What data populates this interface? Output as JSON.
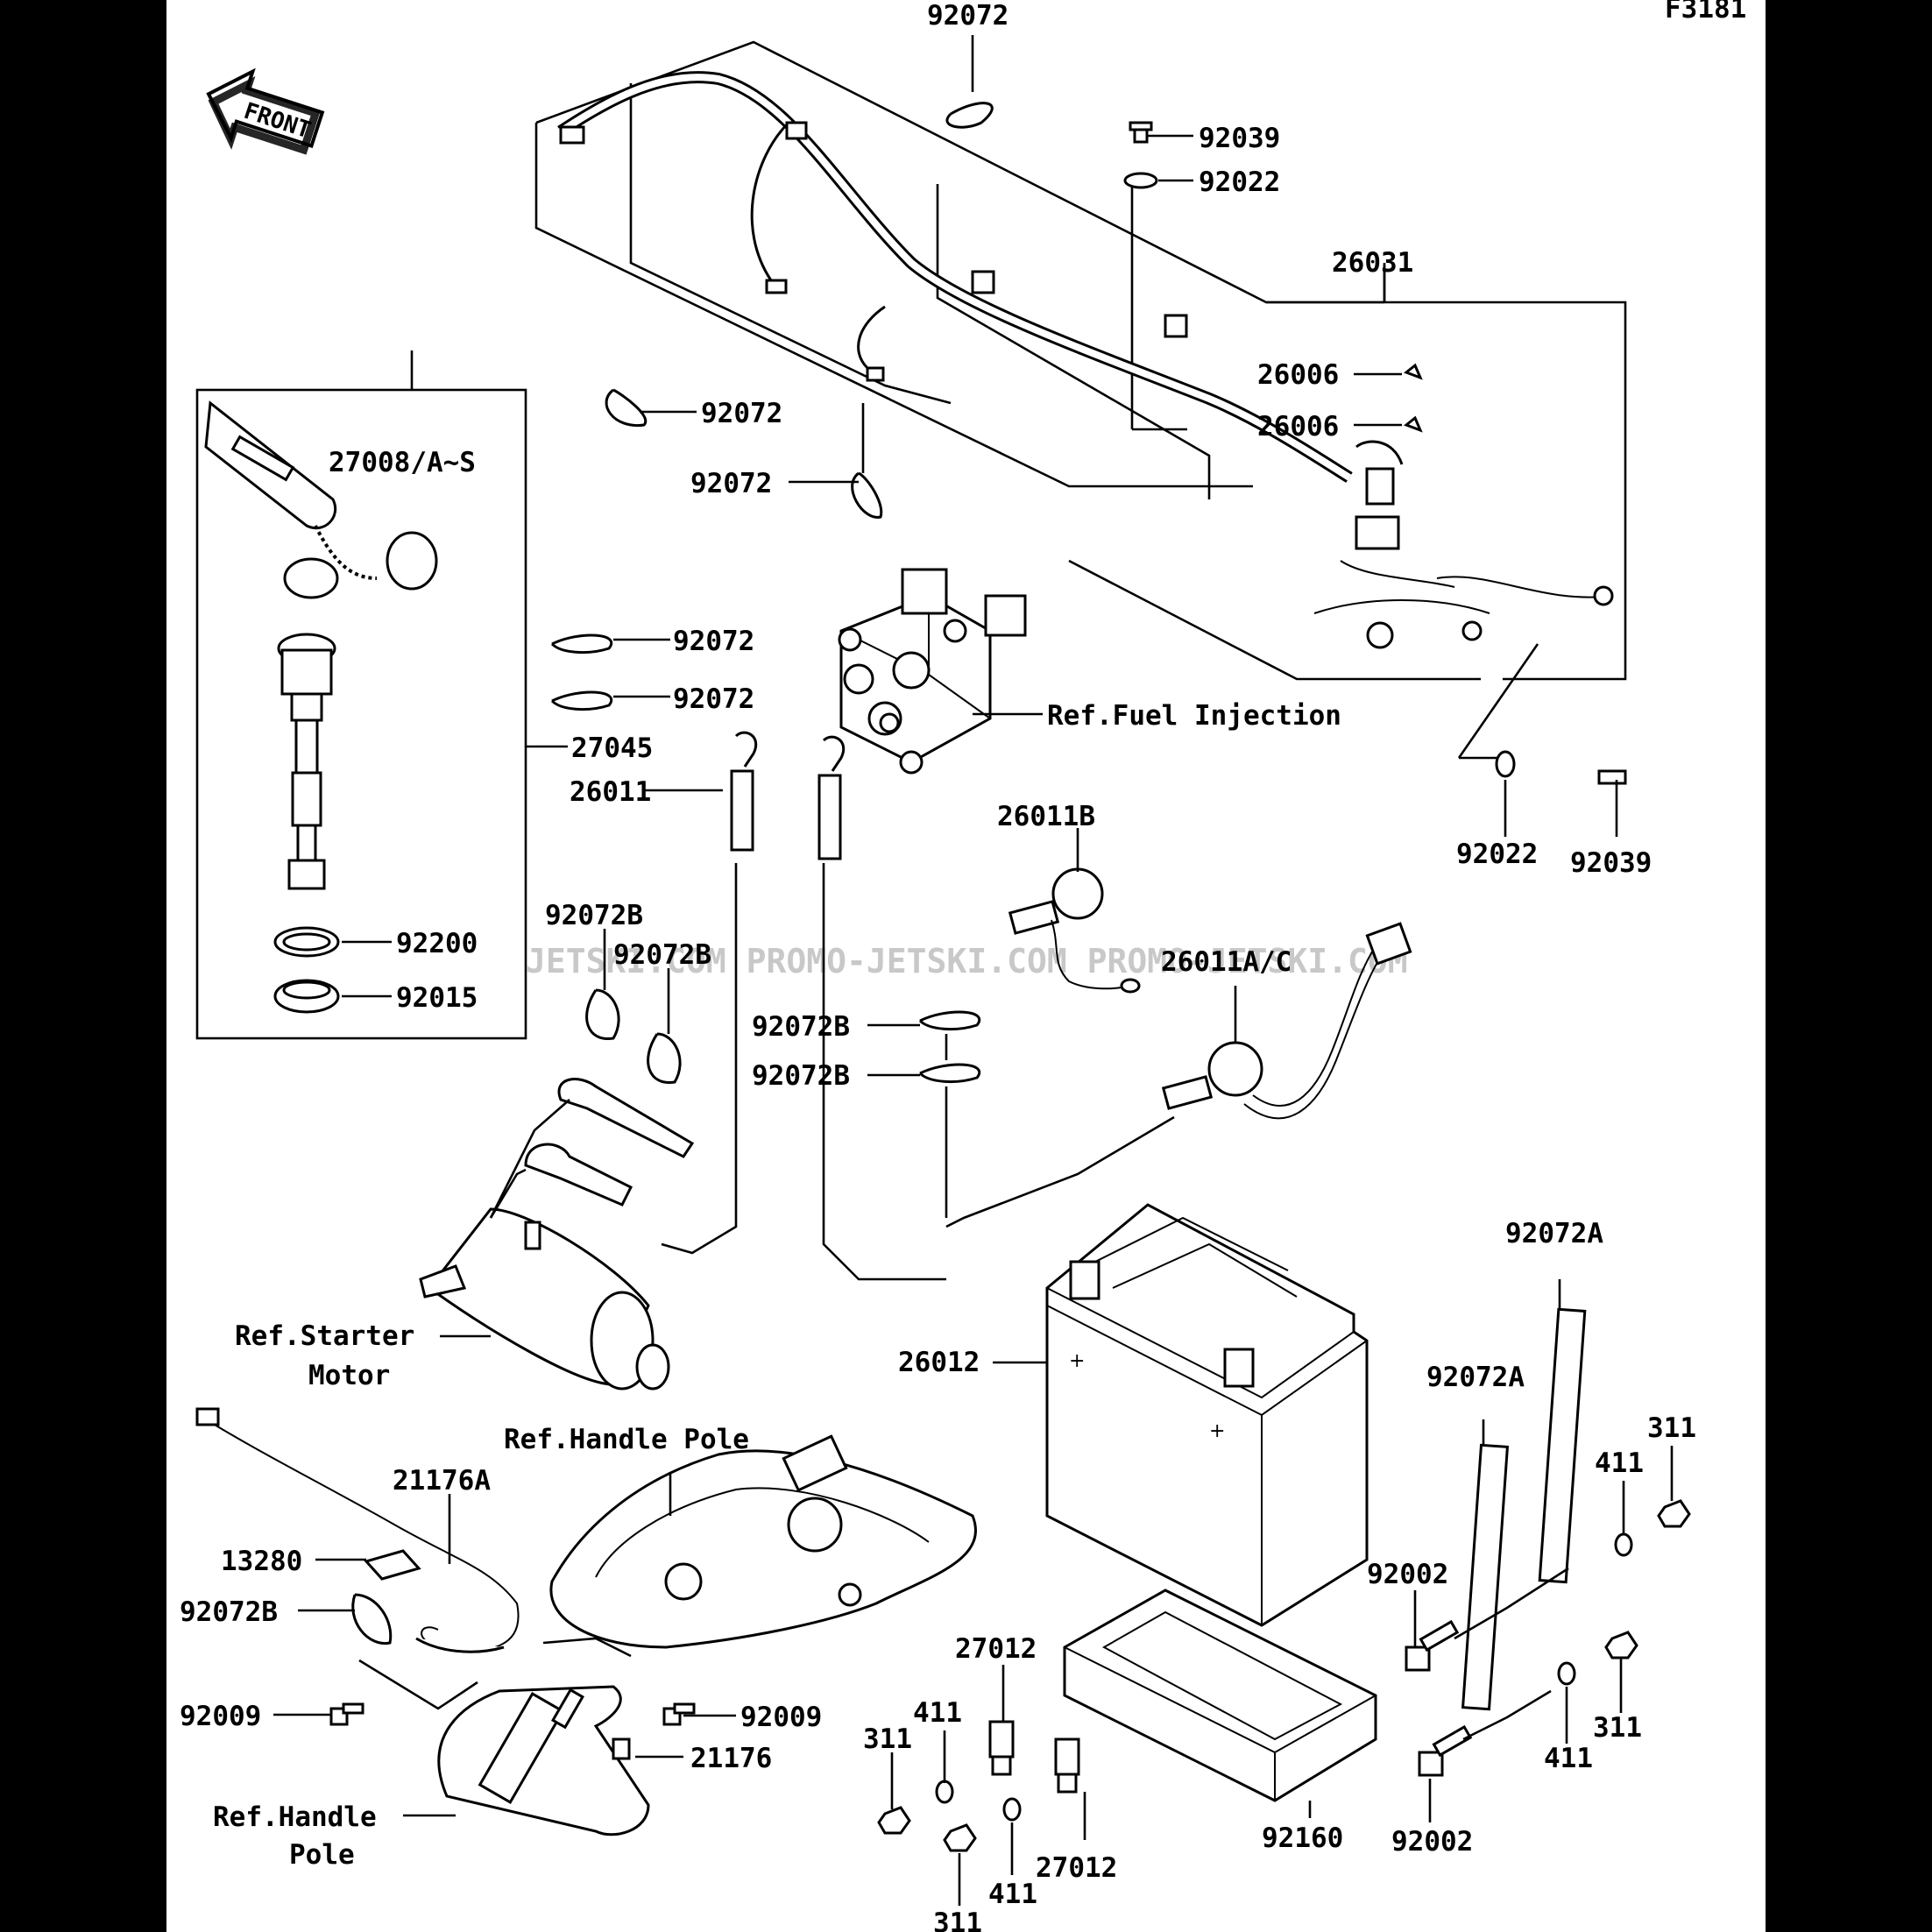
{
  "figure_code": "F3181",
  "front_arrow_text": "FRONT",
  "watermark": "JETSKI.COM  PROMO-JETSKI.COM  PROMO-JETSKI.COM",
  "labels": {
    "p92072_top": "92072",
    "p92039_top": "92039",
    "p92022_top": "92022",
    "p26031": "26031",
    "p26006_a": "26006",
    "p26006_b": "26006",
    "p92072_a": "92072",
    "p92072_b": "92072",
    "p27008": "27008/A~S",
    "p92072_c": "92072",
    "p92072_d": "92072",
    "p27045": "27045",
    "p26011": "26011",
    "ref_fuel_injection": "Ref.Fuel Injection",
    "p92022_right": "92022",
    "p92039_right": "92039",
    "p26011B": "26011B",
    "p92200": "92200",
    "p92072B_a": "92072B",
    "p92072B_b": "92072B",
    "p92015": "92015",
    "p26011AC": "26011A/C",
    "p92072B_c": "92072B",
    "p92072B_d": "92072B",
    "p92072A_top": "92072A",
    "ref_starter_1": "Ref.Starter",
    "ref_starter_2": "Motor",
    "p26012": "26012",
    "p92072A_mid": "92072A",
    "ref_handle_pole_top": "Ref.Handle Pole",
    "p311_r1": "311",
    "p21176A": "21176A",
    "p411_r1": "411",
    "p13280": "13280",
    "p92002_a": "92002",
    "p92072B_e": "92072B",
    "p27012_a": "27012",
    "p92009_a": "92009",
    "p411_a": "411",
    "p92009_b": "92009",
    "p311_r2": "311",
    "p311_a": "311",
    "p21176": "21176",
    "p411_r2": "411",
    "ref_handle_pole_1": "Ref.Handle",
    "ref_handle_pole_2": "Pole",
    "p92160": "92160",
    "p92002_b": "92002",
    "p27012_b": "27012",
    "p411_b": "411",
    "p311_b": "311"
  }
}
